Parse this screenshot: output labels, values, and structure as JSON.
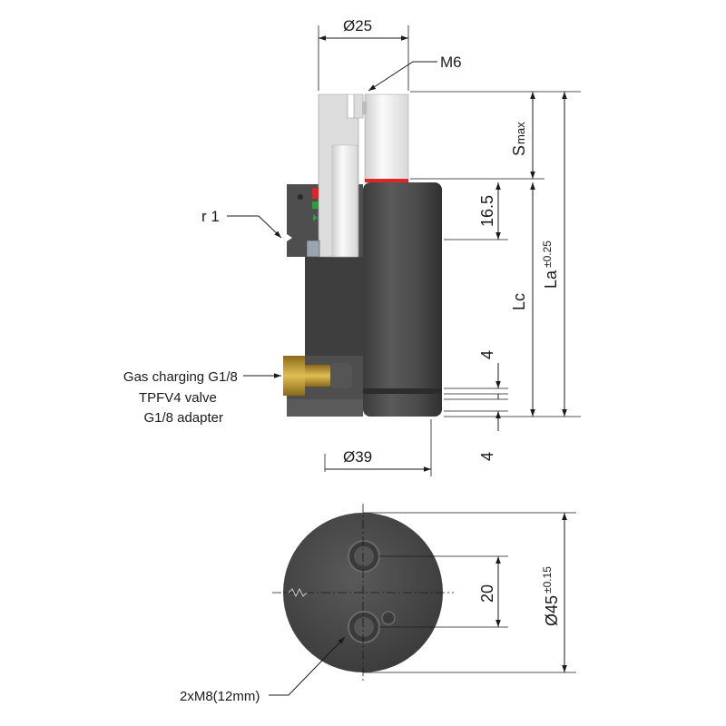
{
  "side_view": {
    "dim_top_diameter": "Ø25",
    "dim_thread": "M6",
    "dim_stroke_main": "S",
    "dim_stroke_sub": "max",
    "dim_16_5": "16.5",
    "dim_La_main": "La",
    "dim_La_tol": "±0.25",
    "dim_Lc": "Lc",
    "dim_4_upper": "4",
    "dim_4_lower": "4",
    "dim_bottom_diameter": "Ø39",
    "label_radius": "r 1",
    "valve_label_lines": [
      "Gas charging G1/8",
      "TPFV4 valve",
      "G1/8 adapter"
    ]
  },
  "bottom_view": {
    "dim_hole_spacing": "20",
    "dim_outer_main": "Ø45",
    "dim_outer_tol": "±0.15",
    "label_holes": "2xM8(12mm)"
  },
  "colors": {
    "body_dark": "#4d4d4d",
    "body_mid": "#5e5e5e",
    "rod_light": "#f0f0f0",
    "seal_red": "#e0242a",
    "seal_green": "#2e9e3c",
    "brass": "#c9a236"
  }
}
